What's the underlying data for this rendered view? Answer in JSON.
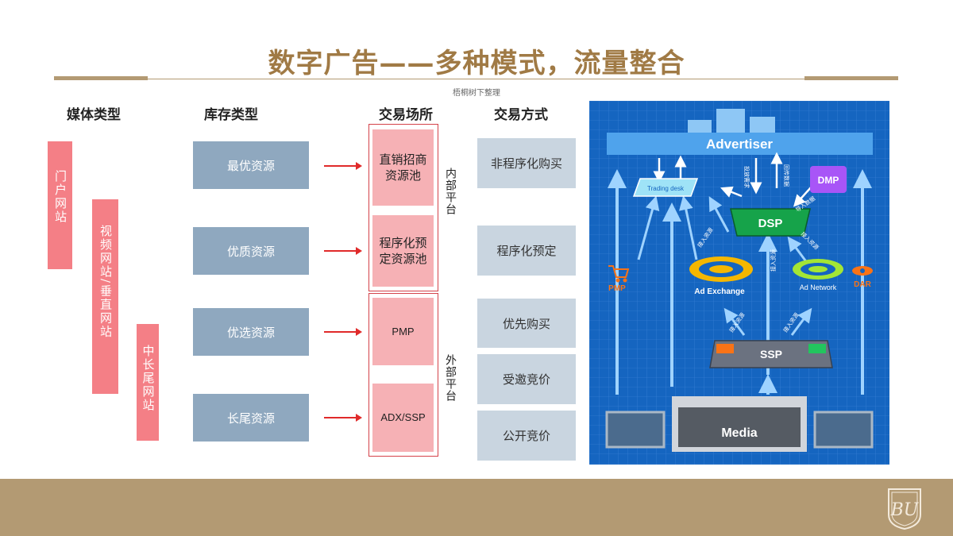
{
  "title": "数字广告——多种模式，流量整合",
  "subtitle": "梧桐树下整理",
  "columns": {
    "media": "媒体类型",
    "inventory": "库存类型",
    "exchange": "交易场所",
    "method": "交易方式"
  },
  "media": [
    "门户网站",
    "视频网站/垂直网站",
    "中长尾网站"
  ],
  "inventory": [
    "最优资源",
    "优质资源",
    "优选资源",
    "长尾资源"
  ],
  "exchange": {
    "items": [
      "直销招商资源池",
      "程序化预定资源池",
      "PMP",
      "ADX/SSP"
    ],
    "internal_label": "内部平台",
    "external_label": "外部平台"
  },
  "methods": [
    "非程序化购买",
    "程序化预定",
    "优先购买",
    "受邀竞价",
    "公开竞价"
  ],
  "ecosystem": {
    "advertiser": "Advertiser",
    "trading_desk": "Trading desk",
    "dsp": "DSP",
    "dmp": "DMP",
    "ad_exchange": "Ad Exchange",
    "ad_network": "Ad Network",
    "ssp": "SSP",
    "pmp": "PMP",
    "dar": "DAR",
    "media": "Media",
    "edge_labels": {
      "buy_request": "投放需求",
      "return_data": "回传数据",
      "import_data": "导入数据",
      "access_resource": "接入资源"
    }
  },
  "colors": {
    "title": "#a07a45",
    "pink": "#f47f86",
    "exchange_pink": "#f6b1b5",
    "gray_blue": "#8fa8bf",
    "light_blue": "#c9d5e0",
    "eco_bg": "#1565c0",
    "footer": "#b39a73"
  },
  "logo_text": "BU"
}
